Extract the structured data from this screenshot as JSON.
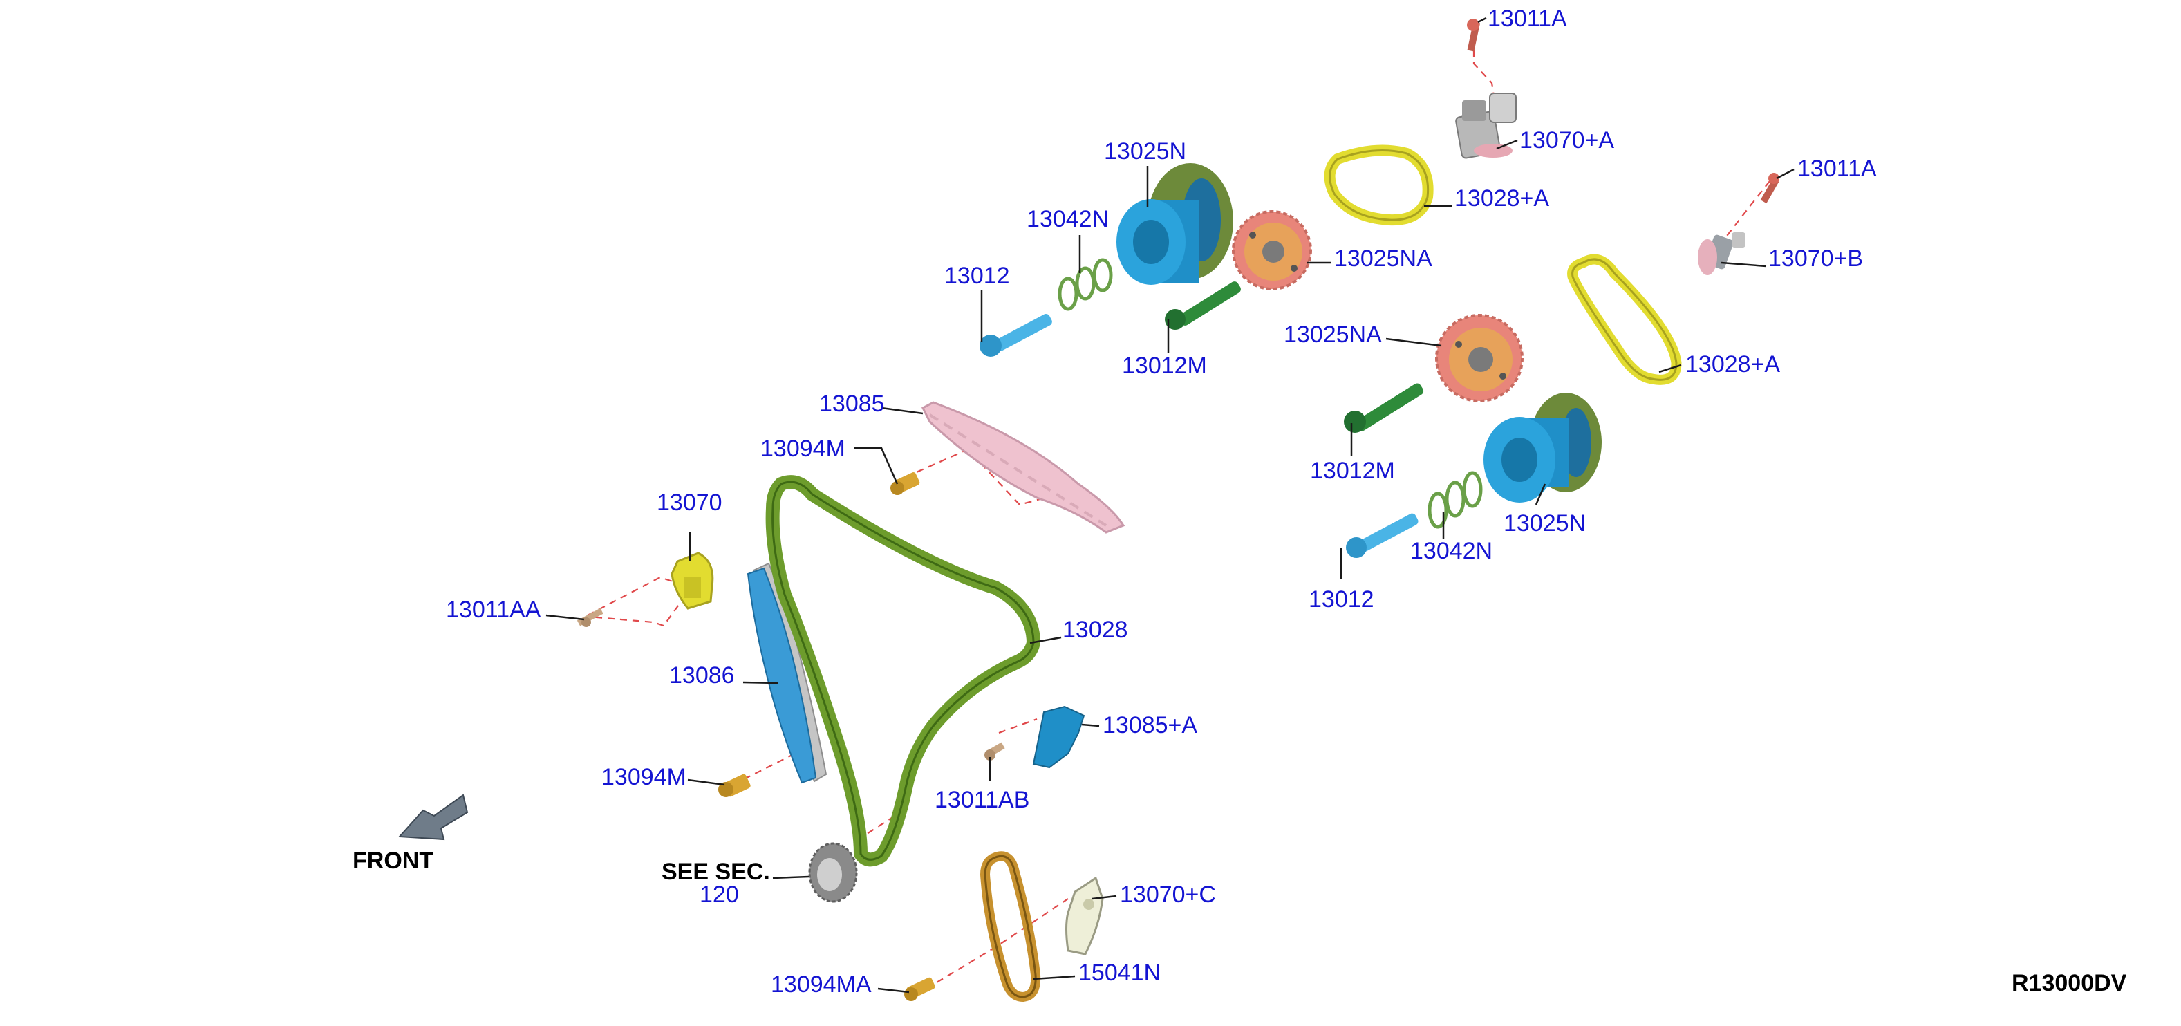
{
  "diagram": {
    "colors": {
      "label": "#1414d2",
      "blue_part": "#1f8fc8",
      "light_blue_part": "#4ab4e6",
      "green_part": "#2e8b3a",
      "chain_green": "#6d9c2c",
      "yellow_part": "#e2dc30",
      "sprocket_orange": "#e7a25a",
      "sprocket_pink": "#e8857a",
      "pink_guide": "#efc2cf",
      "gold_part": "#d9a532",
      "bronze_chain": "#c7912e",
      "gray_part": "#a7a7a7",
      "leader": "#1a1a1a",
      "dashed": "#e0484a"
    },
    "labels": [
      {
        "id": "13011A-top",
        "text": "13011A"
      },
      {
        "id": "13070A",
        "text": "13070+A"
      },
      {
        "id": "13025N-top",
        "text": "13025N"
      },
      {
        "id": "13028A-top",
        "text": "13028+A"
      },
      {
        "id": "13042N-top",
        "text": "13042N"
      },
      {
        "id": "13011A-right",
        "text": "13011A"
      },
      {
        "id": "13025NA-top",
        "text": "13025NA"
      },
      {
        "id": "13070B",
        "text": "13070+B"
      },
      {
        "id": "13012-top",
        "text": "13012"
      },
      {
        "id": "13012M-top",
        "text": "13012M"
      },
      {
        "id": "13025NA-lower",
        "text": "13025NA"
      },
      {
        "id": "13028A-right",
        "text": "13028+A"
      },
      {
        "id": "13085",
        "text": "13085"
      },
      {
        "id": "13094M-top",
        "text": "13094M"
      },
      {
        "id": "13012M-lower",
        "text": "13012M"
      },
      {
        "id": "13070-left",
        "text": "13070"
      },
      {
        "id": "13025N-lower",
        "text": "13025N"
      },
      {
        "id": "13042N-lower",
        "text": "13042N"
      },
      {
        "id": "13011AA",
        "text": "13011AA"
      },
      {
        "id": "13012-lower",
        "text": "13012"
      },
      {
        "id": "13028",
        "text": "13028"
      },
      {
        "id": "13086",
        "text": "13086"
      },
      {
        "id": "13085A",
        "text": "13085+A"
      },
      {
        "id": "13094M-lower",
        "text": "13094M"
      },
      {
        "id": "13011AB",
        "text": "13011AB"
      },
      {
        "id": "see-sec-ref",
        "text": "120"
      },
      {
        "id": "13070C",
        "text": "13070+C"
      },
      {
        "id": "13094MA",
        "text": "13094MA"
      },
      {
        "id": "15041N",
        "text": "15041N"
      }
    ],
    "see_sec": "SEE SEC.",
    "front": "FRONT",
    "diagram_code": "R13000DV"
  }
}
